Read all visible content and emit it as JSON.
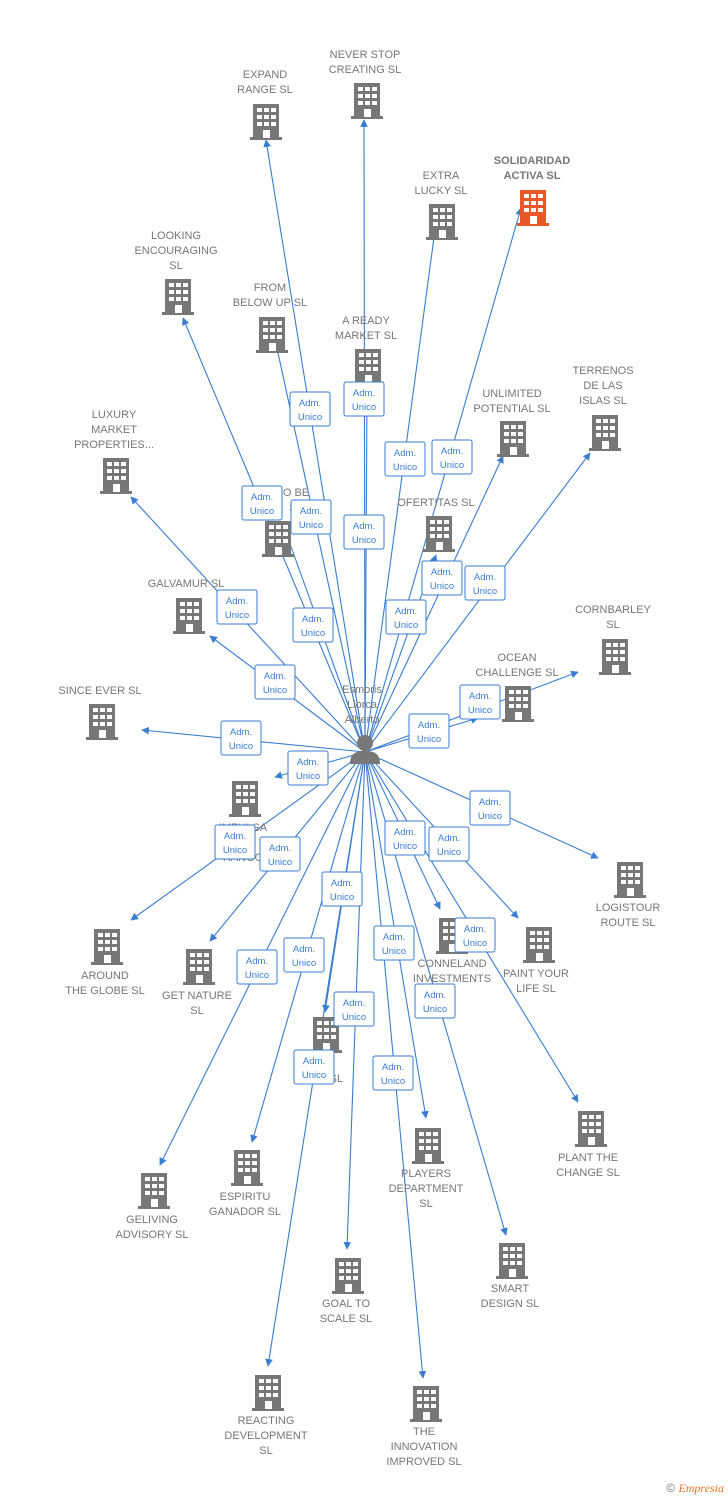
{
  "center": {
    "name_lines": [
      "Esmoris",
      "Llorca",
      "Alberto"
    ],
    "icon": "person-icon"
  },
  "role_lines": [
    "Adm.",
    "Unico"
  ],
  "colors": {
    "edge": "#3a7dd0",
    "building": "#777777",
    "focus_building": "#e8572a",
    "label": "#777777"
  },
  "companies": [
    {
      "id": "never-stop-creating",
      "lines": [
        "NEVER STOP",
        "CREATING  SL"
      ]
    },
    {
      "id": "expand-range",
      "lines": [
        "EXPAND",
        "RANGE  SL"
      ]
    },
    {
      "id": "solidaridad-activa",
      "lines": [
        "SOLIDARIDAD",
        "ACTIVA  SL"
      ],
      "focus": true
    },
    {
      "id": "extra-lucky",
      "lines": [
        "EXTRA",
        "LUCKY  SL"
      ]
    },
    {
      "id": "looking-encouraging",
      "lines": [
        "LOOKING",
        "ENCOURAGING",
        "SL"
      ]
    },
    {
      "id": "from-below-up",
      "lines": [
        "FROM",
        "BELOW UP  SL"
      ]
    },
    {
      "id": "a-ready-market",
      "lines": [
        "A READY",
        "MARKET  SL"
      ]
    },
    {
      "id": "terrenos-de-las-islas",
      "lines": [
        "TERRENOS",
        "DE LAS",
        "ISLAS  SL"
      ]
    },
    {
      "id": "unlimited-potential",
      "lines": [
        "UNLIMITED",
        "POTENTIAL  SL"
      ]
    },
    {
      "id": "luxury-market-properties",
      "lines": [
        "LUXURY",
        "MARKET",
        "PROPERTIES..."
      ]
    },
    {
      "id": "o-be-sl",
      "lines": [
        "O BE",
        "SL"
      ]
    },
    {
      "id": "ofertitas",
      "lines": [
        "OFERTITAS  SL"
      ]
    },
    {
      "id": "galvamur",
      "lines": [
        "GALVAMUR  SL"
      ]
    },
    {
      "id": "cornbarley",
      "lines": [
        "CORNBARLEY",
        "SL"
      ]
    },
    {
      "id": "ocean-challenge",
      "lines": [
        "OCEAN",
        "CHALLENGE  SL"
      ]
    },
    {
      "id": "since-ever",
      "lines": [
        "SINCE EVER  SL"
      ]
    },
    {
      "id": "impulsa",
      "lines": [
        "IMPULSA",
        "C",
        "RANGO"
      ]
    },
    {
      "id": "logistour-route",
      "lines": [
        "LOGISTOUR",
        "ROUTE  SL"
      ]
    },
    {
      "id": "around-the-globe",
      "lines": [
        "AROUND",
        "THE GLOBE  SL"
      ]
    },
    {
      "id": "get-nature",
      "lines": [
        "GET NATURE",
        "SL"
      ]
    },
    {
      "id": "conneland-investments",
      "lines": [
        "CONNELAND",
        "INVESTMENTS"
      ]
    },
    {
      "id": "paint-your-life",
      "lines": [
        "PAINT YOUR",
        "LIFE  SL"
      ]
    },
    {
      "id": "ei-sl",
      "lines": [
        "EI",
        "S         S  SL"
      ]
    },
    {
      "id": "plant-the-change",
      "lines": [
        "PLANT THE",
        "CHANGE  SL"
      ]
    },
    {
      "id": "players-department",
      "lines": [
        "PLAYERS",
        "DEPARTMENT",
        "SL"
      ]
    },
    {
      "id": "geliving-advisory",
      "lines": [
        "GELIVING",
        "ADVISORY  SL"
      ]
    },
    {
      "id": "espiritu-ganador",
      "lines": [
        "ESPIRITU",
        "GANADOR  SL"
      ]
    },
    {
      "id": "smart-design",
      "lines": [
        "SMART",
        "DESIGN  SL"
      ]
    },
    {
      "id": "goal-to-scale",
      "lines": [
        "GOAL TO",
        "SCALE  SL"
      ]
    },
    {
      "id": "reacting-development",
      "lines": [
        "REACTING",
        "DEVELOPMENT",
        "SL"
      ]
    },
    {
      "id": "the-innovation-improved",
      "lines": [
        "THE",
        "INNOVATION",
        "IMPROVED  SL"
      ]
    }
  ],
  "footer": {
    "copyright": "©",
    "brand": "Empresia"
  }
}
